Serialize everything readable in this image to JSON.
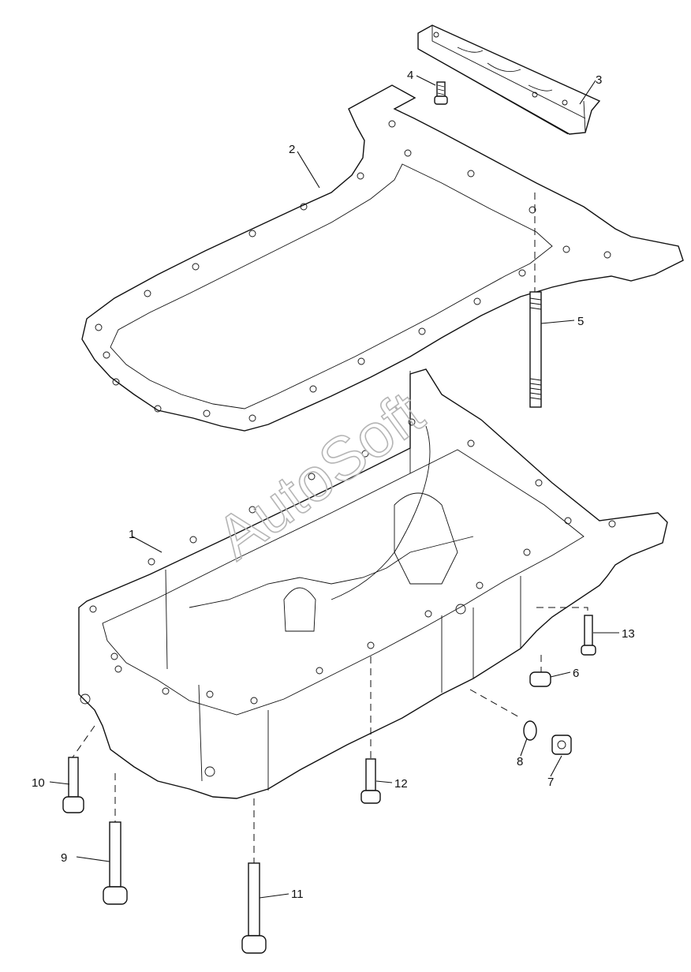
{
  "diagram": {
    "watermark": "AutoSoft",
    "callouts": [
      "1",
      "2",
      "3",
      "4",
      "5",
      "6",
      "7",
      "8",
      "9",
      "10",
      "11",
      "12",
      "13"
    ]
  },
  "parts": {
    "p1": "oil-pan",
    "p2": "gasket",
    "p3": "bearing-bridge",
    "p4": "short-bolt",
    "p5": "stud",
    "p6": "nut",
    "p7": "drain-plug",
    "p8": "seal-ring",
    "p9": "long-bolt",
    "p10": "bolt",
    "p11": "long-bolt",
    "p12": "bolt",
    "p13": "bolt"
  }
}
